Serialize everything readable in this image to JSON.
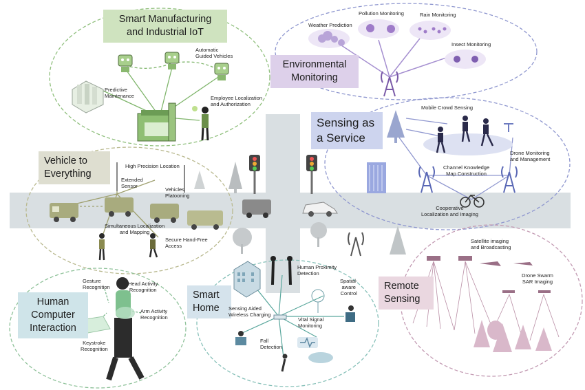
{
  "colors": {
    "manufacturing": "#cfe3bf",
    "environmental": "#ddd0ea",
    "sensing_service": "#cdd4ee",
    "v2x": "#deded0",
    "human": "#cfe4e9",
    "home": "#d5e3ec",
    "remote": "#ead7e0",
    "road": "#d9dfe2"
  },
  "regions": {
    "manufacturing": "Smart Manufacturing\nand Industrial IoT",
    "environmental": "Environmental\nMonitoring",
    "sensing_service": "Sensing as\na Service",
    "v2x": "Vehicle to\nEverything",
    "human": "Human\nComputer\nInteraction",
    "home": "Smart\nHome",
    "remote": "Remote\nSensing"
  },
  "labels": {
    "predictive_maintenance": "Predictive\nMaintenance",
    "agv": "Automatic\nGuided Vehicles",
    "employee": "Employee Localization\nand Authorization",
    "weather": "Weather Prediction",
    "pollution": "Pollution Monitoring",
    "rain": "Rain Monitoring",
    "insect": "Insect Monitoring",
    "crowd": "Mobile Crowd Sensing",
    "drone_mgmt": "Drone Monitoring\nand Management",
    "channel_map": "Channel Knowledge\nMap Construction",
    "coop_loc": "Cooperative\nLocalization and Imaging",
    "hp_location": "High Precision Location",
    "ext_sensor": "Extended\nSensor",
    "platooning": "Vehicles\nPlatooning",
    "slam": "Simultaneous Localization\nand Mapping",
    "handsfree": "Secure Hand-Free\nAccess",
    "gesture": "Gesture\nRecognition",
    "head": "Head Activity\nRecognition",
    "arm": "Arm Activity\nRecognition",
    "keystroke": "Keystroke\nRecognition",
    "proximity": "Human Proximity\nDetection",
    "spatial": "Spatial-\naware\nControl",
    "charging": "Sensing Aided\nWireless Charging",
    "vital": "Vital Signal\nMonitoring",
    "fall": "Fall\nDetection",
    "satellite": "Satellite imaging\nand Broadcasting",
    "drone_sar": "Drone Swarm\nSAR Imaging"
  }
}
